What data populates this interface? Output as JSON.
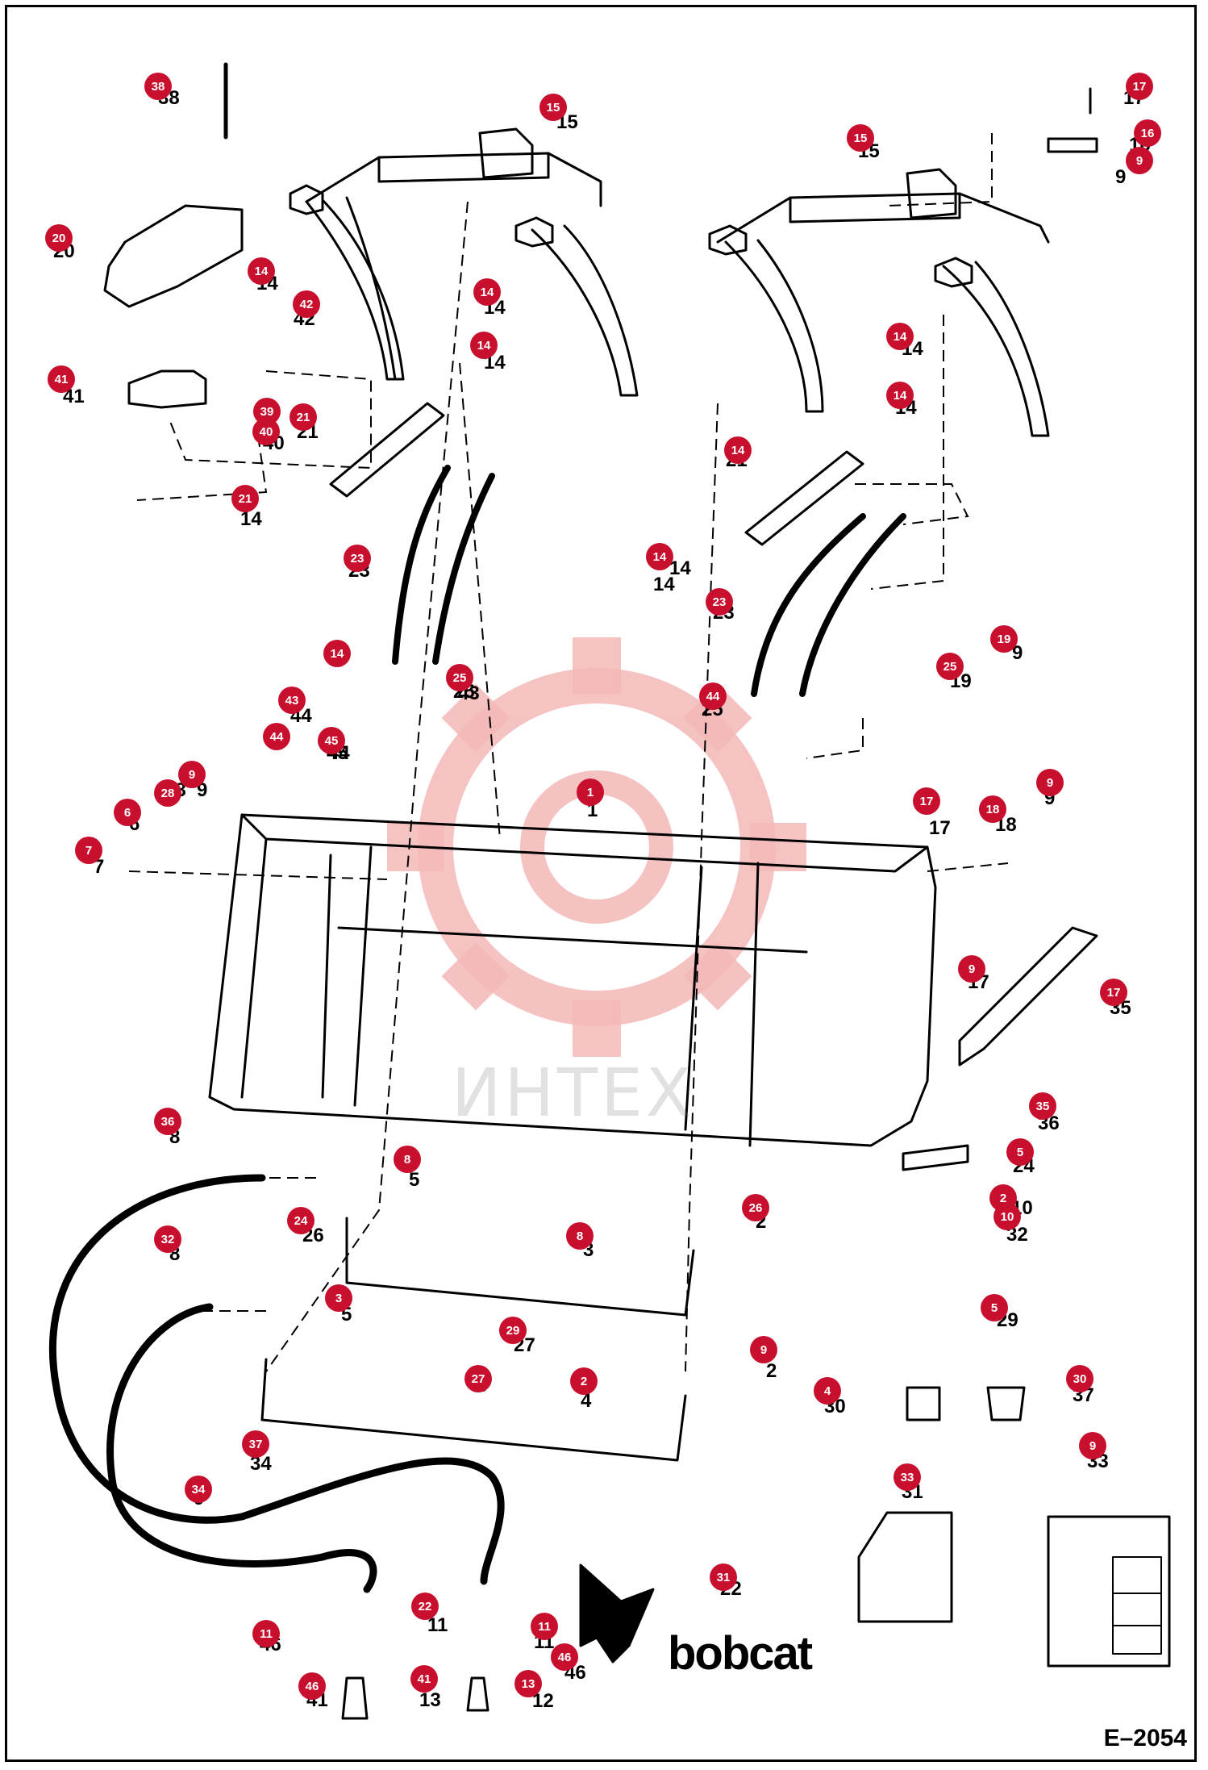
{
  "figure_code": "E–2054",
  "brand_text": "bobcat",
  "watermark_text": "ИНТЕХ",
  "colors": {
    "callout": "#c8102e",
    "line": "#000000",
    "watermark": "#f3b5b5"
  },
  "callouts": [
    {
      "label": "38"
    },
    {
      "label": "15"
    },
    {
      "label": "17"
    },
    {
      "label": "16"
    },
    {
      "label": "9"
    },
    {
      "label": "15"
    },
    {
      "label": "20"
    },
    {
      "label": "14"
    },
    {
      "label": "14"
    },
    {
      "label": "42"
    },
    {
      "label": "14"
    },
    {
      "label": "14"
    },
    {
      "label": "14"
    },
    {
      "label": "41"
    },
    {
      "label": "39"
    },
    {
      "label": "21"
    },
    {
      "label": "40"
    },
    {
      "label": "14"
    },
    {
      "label": "21"
    },
    {
      "label": "14"
    },
    {
      "label": "23"
    },
    {
      "label": "23"
    },
    {
      "label": "14"
    },
    {
      "label": "25"
    },
    {
      "label": "43"
    },
    {
      "label": "44"
    },
    {
      "label": "45"
    },
    {
      "label": "44"
    },
    {
      "label": "25"
    },
    {
      "label": "19"
    },
    {
      "label": "9"
    },
    {
      "label": "9"
    },
    {
      "label": "28"
    },
    {
      "label": "6"
    },
    {
      "label": "7"
    },
    {
      "label": "1"
    },
    {
      "label": "17"
    },
    {
      "label": "18"
    },
    {
      "label": "9"
    },
    {
      "label": "17"
    },
    {
      "label": "35"
    },
    {
      "label": "36"
    },
    {
      "label": "8"
    },
    {
      "label": "5"
    },
    {
      "label": "24"
    },
    {
      "label": "26"
    },
    {
      "label": "2"
    },
    {
      "label": "10"
    },
    {
      "label": "32"
    },
    {
      "label": "8"
    },
    {
      "label": "3"
    },
    {
      "label": "5"
    },
    {
      "label": "29"
    },
    {
      "label": "27"
    },
    {
      "label": "9"
    },
    {
      "label": "2"
    },
    {
      "label": "4"
    },
    {
      "label": "30"
    },
    {
      "label": "37"
    },
    {
      "label": "34"
    },
    {
      "label": "9"
    },
    {
      "label": "33"
    },
    {
      "label": "31"
    },
    {
      "label": "22"
    },
    {
      "label": "11"
    },
    {
      "label": "11"
    },
    {
      "label": "46"
    },
    {
      "label": "46"
    },
    {
      "label": "41"
    },
    {
      "label": "13"
    },
    {
      "label": "12"
    }
  ],
  "ref_numbers": [
    {
      "label": "38"
    },
    {
      "label": "15"
    },
    {
      "label": "17"
    },
    {
      "label": "16"
    },
    {
      "label": "9"
    },
    {
      "label": "15"
    },
    {
      "label": "20"
    },
    {
      "label": "14"
    },
    {
      "label": "42"
    },
    {
      "label": "14"
    },
    {
      "label": "14"
    },
    {
      "label": "14"
    },
    {
      "label": "14"
    },
    {
      "label": "41"
    },
    {
      "label": "21"
    },
    {
      "label": "40"
    },
    {
      "label": "14"
    },
    {
      "label": "21"
    },
    {
      "label": "14"
    },
    {
      "label": "14"
    },
    {
      "label": "23"
    },
    {
      "label": "23"
    },
    {
      "label": "25"
    },
    {
      "label": "43"
    },
    {
      "label": "44"
    },
    {
      "label": "45"
    },
    {
      "label": "44"
    },
    {
      "label": "25"
    },
    {
      "label": "19"
    },
    {
      "label": "9"
    },
    {
      "label": "28"
    },
    {
      "label": "9"
    },
    {
      "label": "6"
    },
    {
      "label": "7"
    },
    {
      "label": "1"
    },
    {
      "label": "17"
    },
    {
      "label": "18"
    },
    {
      "label": "9"
    },
    {
      "label": "17"
    },
    {
      "label": "35"
    },
    {
      "label": "36"
    },
    {
      "label": "8"
    },
    {
      "label": "5"
    },
    {
      "label": "24"
    },
    {
      "label": "26"
    },
    {
      "label": "2"
    },
    {
      "label": "10"
    },
    {
      "label": "32"
    },
    {
      "label": "8"
    },
    {
      "label": "3"
    },
    {
      "label": "5"
    },
    {
      "label": "29"
    },
    {
      "label": "27"
    },
    {
      "label": "9"
    },
    {
      "label": "2"
    },
    {
      "label": "4"
    },
    {
      "label": "30"
    },
    {
      "label": "37"
    },
    {
      "label": "34"
    },
    {
      "label": "9"
    },
    {
      "label": "33"
    },
    {
      "label": "31"
    },
    {
      "label": "22"
    },
    {
      "label": "11"
    },
    {
      "label": "11"
    },
    {
      "label": "46"
    },
    {
      "label": "46"
    },
    {
      "label": "41"
    },
    {
      "label": "13"
    },
    {
      "label": "12"
    }
  ]
}
